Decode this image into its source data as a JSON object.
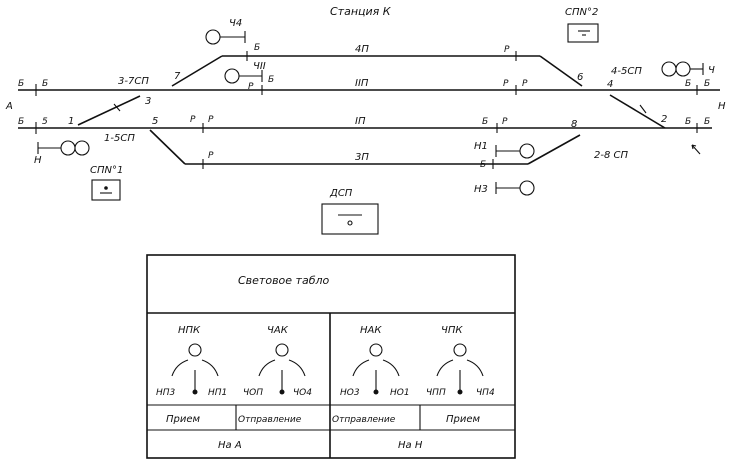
{
  "station_title": "Станция К",
  "spn2_label": "СПN°2",
  "spn1_label": "СПN°1",
  "dsp_label": "ДСП",
  "signals": {
    "ch4_top": "Ч4",
    "chii": "ЧII",
    "ch_right": "Ч",
    "h_left": "Н",
    "h1": "Н1",
    "h3": "Н3"
  },
  "track_labels": {
    "t4p": "4П",
    "t2p": "IIП",
    "t1p": "IП",
    "t3p": "3П"
  },
  "section_labels": {
    "s37": "3-7СП",
    "s15": "1-5СП",
    "s45": "4-5СП",
    "s28": "2-8 СП"
  },
  "switch_numbers": [
    "1",
    "3",
    "5",
    "7",
    "2",
    "4",
    "6",
    "8"
  ],
  "end_labels": {
    "left": "А",
    "right": "Н"
  },
  "joint_letters": {
    "b": "Б",
    "r": "Р",
    "five": "5"
  },
  "tablo": {
    "title": "Световое табло",
    "left": {
      "group1": {
        "name": "НПК",
        "left": "НП3",
        "right": "НП1"
      },
      "group2": {
        "name": "ЧАК",
        "left": "ЧОП",
        "right": "ЧО4"
      },
      "mode1": "Прием",
      "mode2": "Отправление",
      "footer": "На А"
    },
    "right": {
      "group1": {
        "name": "НАК",
        "left": "НО3",
        "right": "НО1"
      },
      "group2": {
        "name": "ЧПК",
        "left": "ЧПП",
        "right": "ЧП4"
      },
      "mode1": "Отправление",
      "mode2": "Прием",
      "footer": "На Н"
    }
  }
}
